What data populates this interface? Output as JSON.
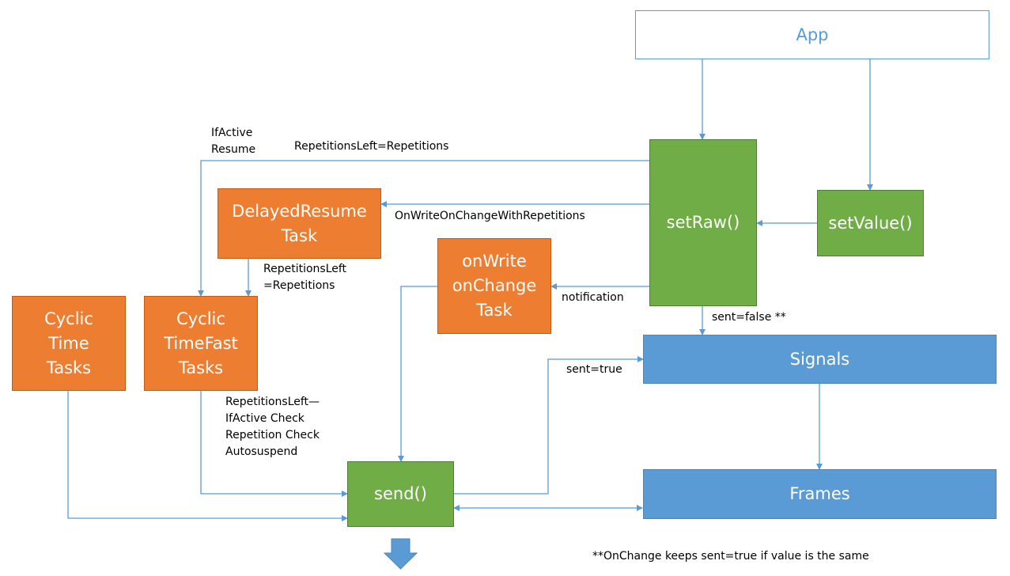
{
  "colors": {
    "orange": "#ed7d31",
    "green": "#70ad47",
    "blue": "#5b9bd5",
    "line": "#5b9bd5"
  },
  "nodes": {
    "app": "App",
    "set_raw": "setRaw()",
    "set_value": "setValue()",
    "delayed_resume": [
      "DelayedResume",
      "Task"
    ],
    "on_write_on_change": [
      "onWrite",
      "onChange",
      "Task"
    ],
    "cyclic_time": [
      "Cyclic",
      "Time",
      "Tasks"
    ],
    "cyclic_time_fast": [
      "Cyclic",
      "TimeFast",
      "Tasks"
    ],
    "send": "send()",
    "signals": "Signals",
    "frames": "Frames"
  },
  "labels": {
    "if_active_resume": [
      "IfActive",
      "Resume"
    ],
    "repetitions_left_top": "RepetitionsLeft=Repetitions",
    "on_write_on_change_with_repetitions": "OnWriteOnChangeWithRepetitions",
    "repetitions_left_mid": [
      "RepetitionsLeft",
      "=Repetitions"
    ],
    "notification": "notification",
    "sent_false": "sent=false **",
    "sent_true": "sent=true",
    "checks": [
      "RepetitionsLeft—",
      "IfActive Check",
      "Repetition Check",
      "Autosuspend"
    ],
    "footnote": "**OnChange keeps sent=true if value is the same"
  },
  "icons": {
    "down_arrow": "down-arrow-icon"
  }
}
